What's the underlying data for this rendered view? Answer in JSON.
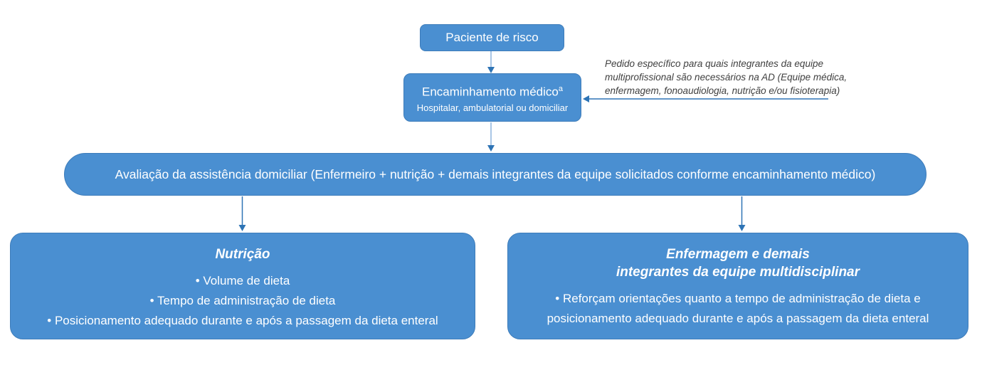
{
  "colors": {
    "box_fill": "#4a8fd1",
    "box_border": "#3d7cba",
    "box_text": "#ffffff",
    "arrow_dark": "#2e74b5",
    "arrow_light": "#a9c6e6",
    "annotation_text": "#404040"
  },
  "flowchart": {
    "patient_box": {
      "label": "Paciente de risco"
    },
    "referral_box": {
      "title": "Encaminhamento médico",
      "superscript": "a",
      "subtitle": "Hospitalar, ambulatorial ou domiciliar"
    },
    "annotation": {
      "lines": [
        "Pedido específico para quais integrantes da equipe",
        "multiprofissional são necessários na AD (Equipe médica,",
        "enfermagem, fonoaudiologia, nutrição e/ou fisioterapia)"
      ]
    },
    "assessment_box": {
      "label": "Avaliação da assistência domiciliar (Enfermeiro + nutrição + demais integrantes da equipe solicitados conforme encaminhamento médico)"
    },
    "nutrition_box": {
      "title": "Nutrição",
      "bullets": [
        "• Volume de dieta",
        "• Tempo de administração de dieta",
        "• Posicionamento adequado durante e após a passagem da dieta enteral"
      ]
    },
    "nursing_box": {
      "title_line1": "Enfermagem e demais",
      "title_line2": "integrantes da equipe multidisciplinar",
      "bullets": [
        "• Reforçam orientações quanto a tempo de administração de dieta e posicionamento adequado durante e após a passagem da dieta enteral"
      ]
    }
  }
}
